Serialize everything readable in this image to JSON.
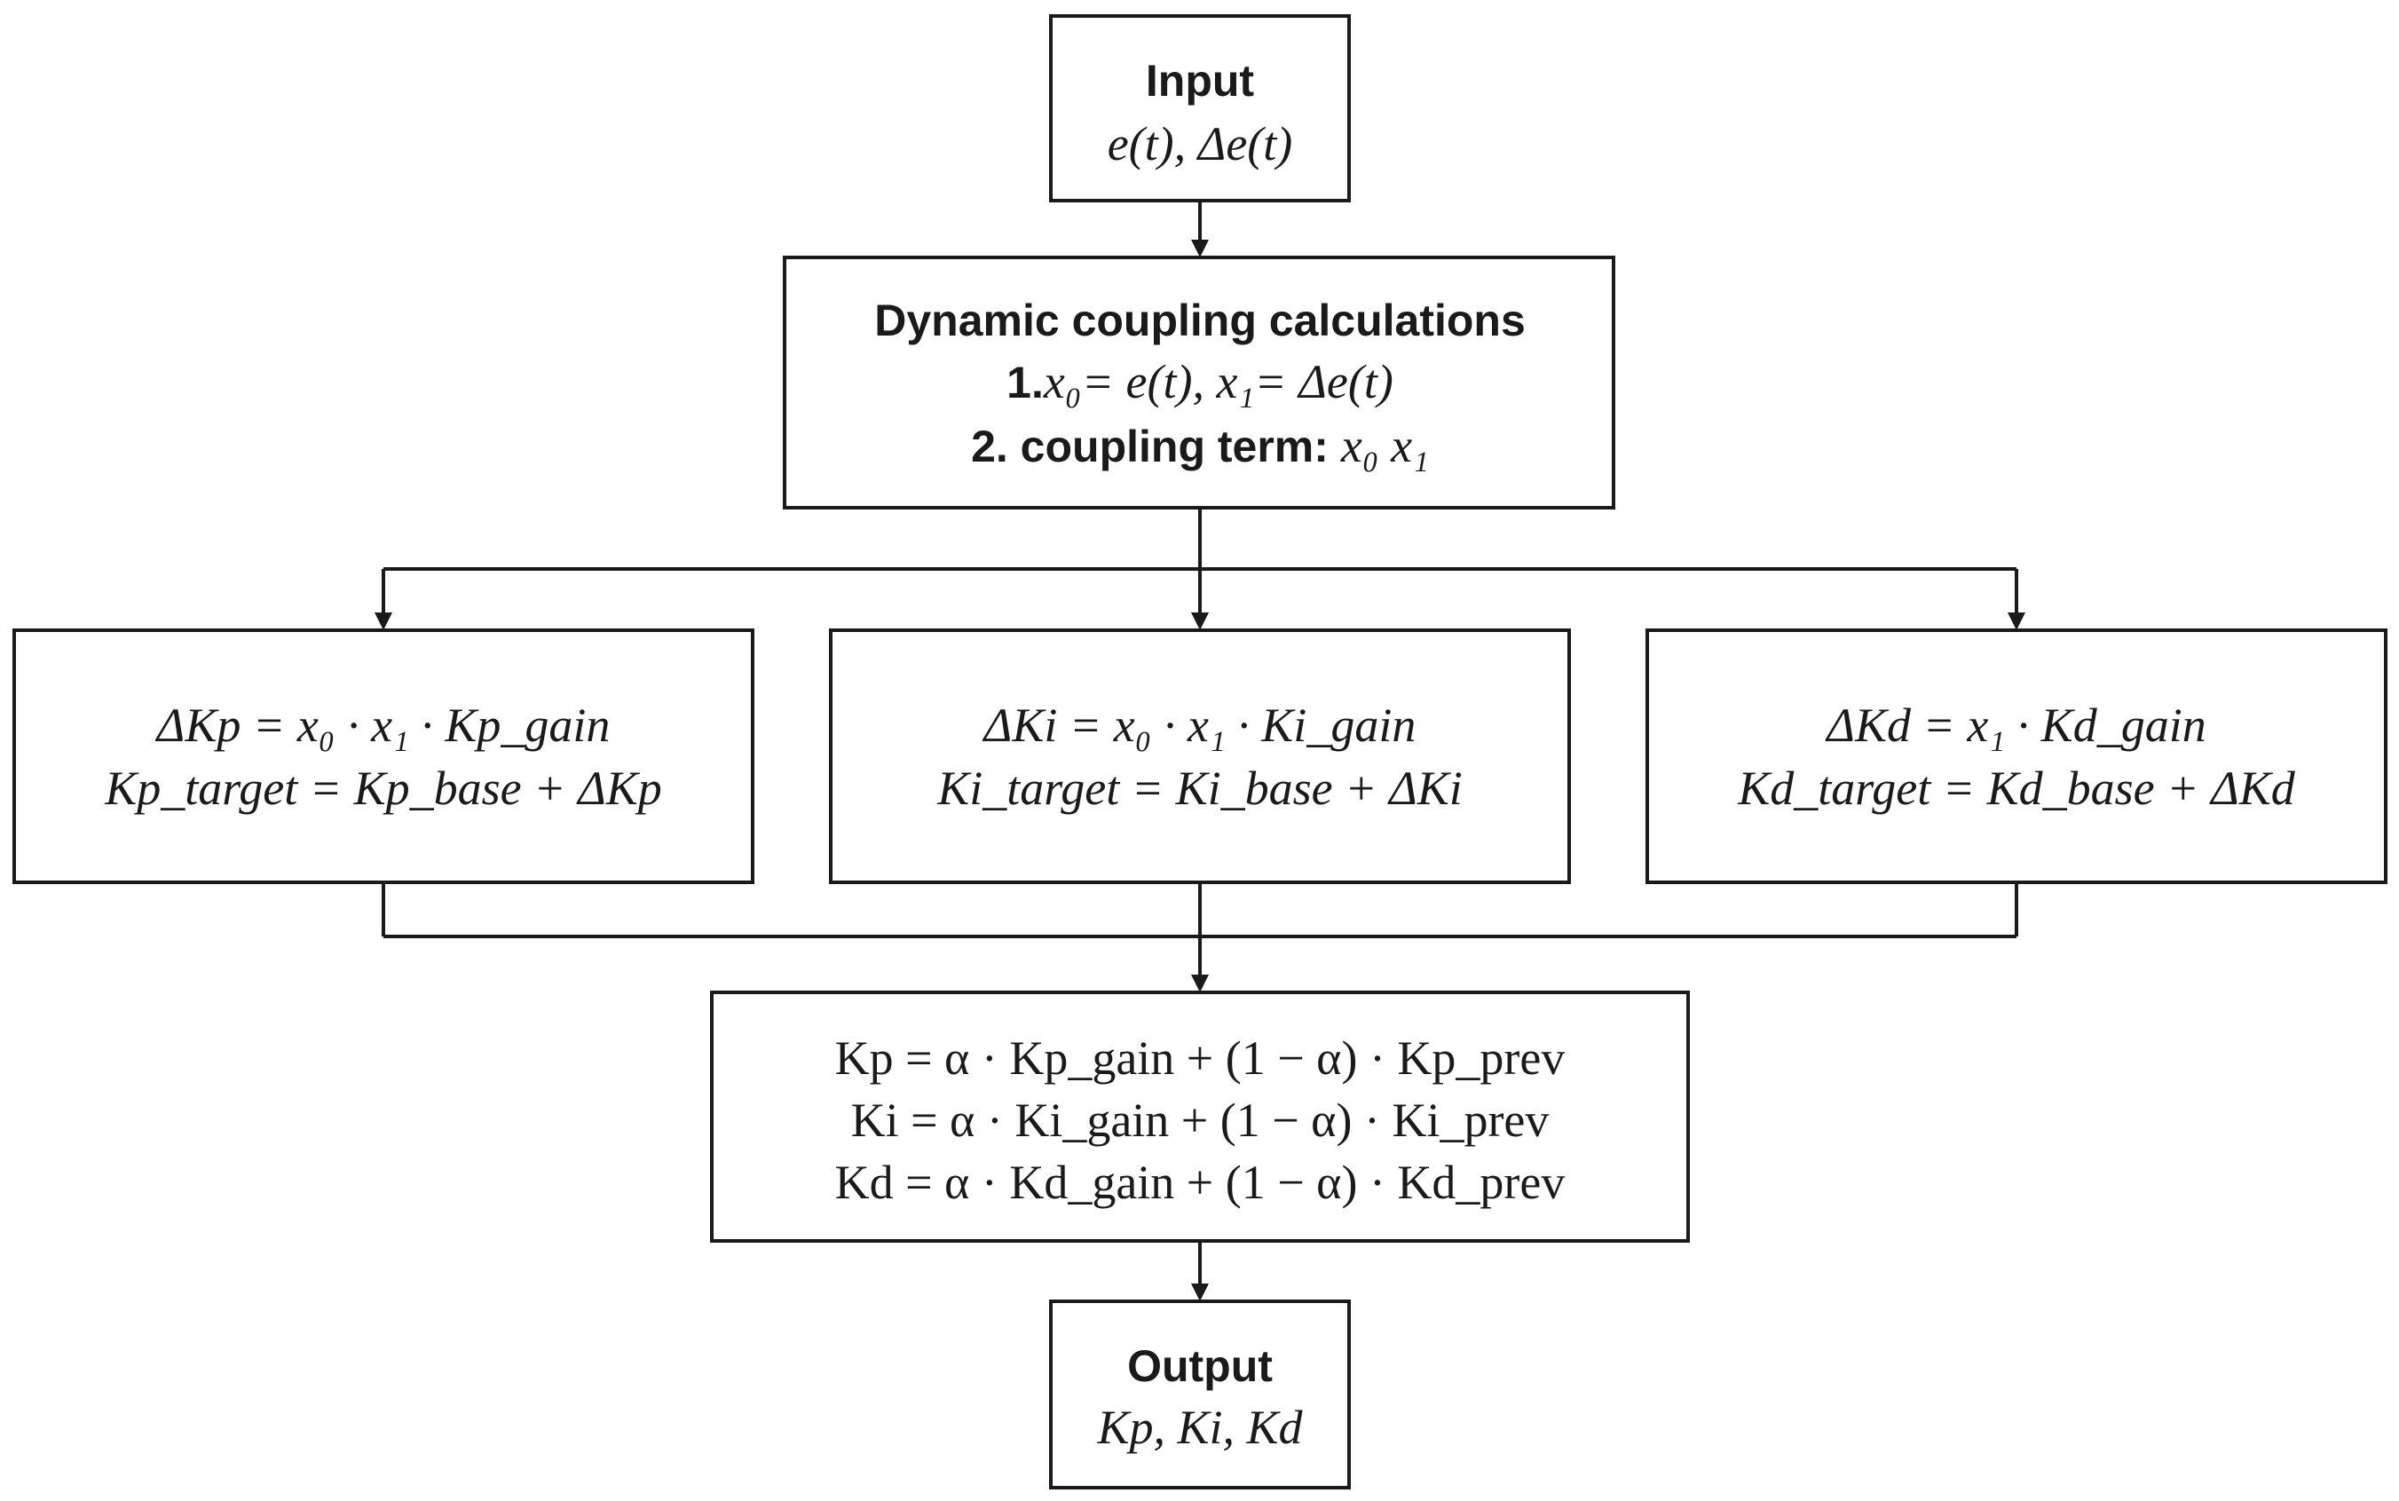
{
  "nodes": {
    "input": {
      "title": "Input",
      "formula": "e(t), Δe(t)"
    },
    "coupling": {
      "title": "Dynamic coupling calculations",
      "step1_num": "1.",
      "step1_rest": "x₀= e(t), x₁= Δe(t)",
      "step2_label": "2. coupling term:",
      "step2_math": "x₀ x₁"
    },
    "kp_box": {
      "line1": "ΔKp = x₀ · x₁ · Kp_gain",
      "line2": "Kp_target = Kp_base + ΔKp"
    },
    "ki_box": {
      "line1": "ΔKi = x₀ · x₁ · Ki_gain",
      "line2": "Ki_target = Ki_base + ΔKi"
    },
    "kd_box": {
      "line1": "ΔKd = x₁ · Kd_gain",
      "line2": "Kd_target = Kd_base + ΔKd"
    },
    "smoothing": {
      "line1": "Kp = α · Kp_gain +  (1 − α) · Kp_prev",
      "line2": "Ki = α · Ki_gain +  (1 − α)  · Ki_prev",
      "line3": "Kd = α · Kd_gain +  (1 − α)  · Kd_prev"
    },
    "output": {
      "title": "Output",
      "formula": "Kp, Ki, Kd"
    }
  }
}
